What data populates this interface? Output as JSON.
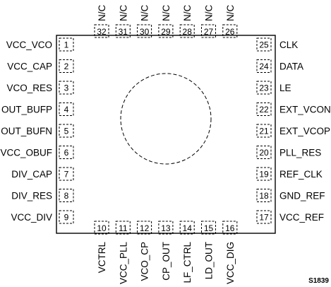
{
  "package": {
    "figure_id": "S1839",
    "left_pins": [
      {
        "num": "1",
        "name": "VCC_VCO"
      },
      {
        "num": "2",
        "name": "VCC_CAP"
      },
      {
        "num": "3",
        "name": "VCO_RES"
      },
      {
        "num": "4",
        "name": "OUT_BUFP"
      },
      {
        "num": "5",
        "name": "OUT_BUFN"
      },
      {
        "num": "6",
        "name": "VCC_OBUF"
      },
      {
        "num": "7",
        "name": "DIV_CAP"
      },
      {
        "num": "8",
        "name": "DIV_RES"
      },
      {
        "num": "9",
        "name": "VCC_DIV"
      }
    ],
    "bottom_pins": [
      {
        "num": "10",
        "name": "VCTRL"
      },
      {
        "num": "11",
        "name": "VCC_PLL"
      },
      {
        "num": "12",
        "name": "VCO_CP"
      },
      {
        "num": "13",
        "name": "CP_OUT"
      },
      {
        "num": "14",
        "name": "LF_CTRL"
      },
      {
        "num": "15",
        "name": "LD_OUT"
      },
      {
        "num": "16",
        "name": "VCC_DIG"
      }
    ],
    "right_pins": [
      {
        "num": "25",
        "name": "CLK"
      },
      {
        "num": "24",
        "name": "DATA"
      },
      {
        "num": "23",
        "name": "LE"
      },
      {
        "num": "22",
        "name": "EXT_VCON"
      },
      {
        "num": "21",
        "name": "EXT_VCOP"
      },
      {
        "num": "20",
        "name": "PLL_RES"
      },
      {
        "num": "19",
        "name": "REF_CLK"
      },
      {
        "num": "18",
        "name": "GND_REF"
      },
      {
        "num": "17",
        "name": "VCC_REF"
      }
    ],
    "top_pins": [
      {
        "num": "32",
        "name": "N/C"
      },
      {
        "num": "31",
        "name": "N/C"
      },
      {
        "num": "30",
        "name": "N/C"
      },
      {
        "num": "29",
        "name": "N/C"
      },
      {
        "num": "28",
        "name": "N/C"
      },
      {
        "num": "27",
        "name": "N/C"
      },
      {
        "num": "26",
        "name": "N/C"
      }
    ]
  }
}
